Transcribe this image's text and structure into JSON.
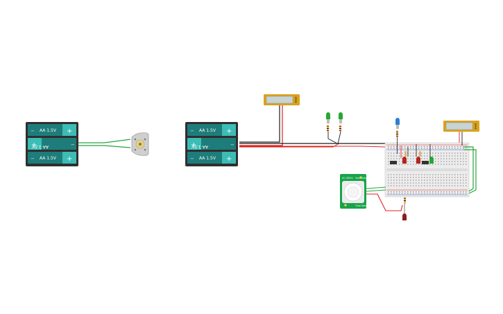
{
  "battery_packs": [
    {
      "cells": [
        {
          "label": "AA 1.5V"
        },
        {
          "label": "AA 1.5V"
        },
        {
          "label": "AA 1.5V"
        }
      ]
    },
    {
      "cells": [
        {
          "label": "AA 1.5V"
        },
        {
          "label": "AA 1.5V"
        },
        {
          "label": "AA 1.5V"
        }
      ]
    }
  ],
  "pir_sensor": {
    "top_left_label": "HC-SR501",
    "top_right_label": "Sensitivity",
    "bottom_right_label": "Time Delay"
  },
  "colors": {
    "wire_red": "#e0201c",
    "wire_black": "#1a1a1a",
    "wire_green": "#25a53a",
    "battery_case": "#2f2f2f",
    "battery_cell": "#1e7d7a",
    "battery_cap": "#3cbcb6",
    "lcd_frame": "#d9a21b",
    "pir_board": "#17a44a",
    "breadboard": "#ececec"
  }
}
